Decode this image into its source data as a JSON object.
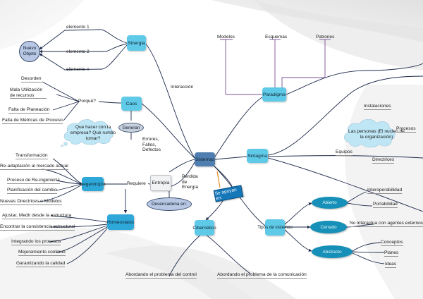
{
  "colors": {
    "node": "#5fc9e8",
    "node_blue": "#2ea8d8",
    "node_dark": "#4f7fb0",
    "ellipse_teal": "#1690b8",
    "link_purple": "#7a4f96",
    "link_navy": "#1d2a4a",
    "cloud_fill": "#bfe6f5"
  },
  "nodes": {
    "nuevo_objeto": "Nuevo Objeto",
    "sinergia": "Sinergia",
    "caos": "Caos",
    "generan": "Generan",
    "paradigma": "Paradigma",
    "sistemas": "Sistemas",
    "sintagma": "Sintagma",
    "negentropia": "Negentropía",
    "homeostasis": "Homeostasis",
    "entropia": "Entropía",
    "desencadena_en": "Desencadena en:",
    "se_apoyan_en": "Se apoyan en:",
    "cibernetica": "Cibernético",
    "tipos_de_sistemas": "Tipos de sistemas",
    "abierto": "Abierto",
    "cerrado": "Cerrado",
    "abstracto": "Abstracto"
  },
  "clouds": {
    "question": "Que hacer con la empresa? Qué rumbo tomar?",
    "personas": "Las personas (El nucleo de la organización)"
  },
  "labels": {
    "elemento_1": "elemento 1",
    "elemento_2": "elemento 2",
    "elemento_n": "elemento n",
    "interaccion": "Interacción",
    "modelos": "Modelos",
    "esquemas": "Esquemas",
    "patrones": "Patrones",
    "desorden": "Desorden",
    "mala_utilizacion": "Mala Utilización de recursos",
    "porque": "Porqué?",
    "falta_planeacion": "Falta de Planeación",
    "falta_metricas": "Falta de Métricas de Proceso",
    "errores": "Errores, Fallos, Defectos",
    "instalaciones": "Instalaciones",
    "procesos": "Procesos",
    "equipos": "Equipos",
    "directrices": "Directrices",
    "transformacion": "Transformación",
    "readaptacion": "Re-adaptación al mercado actual",
    "reingenieria": "Proceso de Re-ingeniería",
    "planificacion": "Planificación del cambio",
    "nuevas_directrices": "Nuevas Directrices o Modelos",
    "requiere": "Requiere",
    "ajustar": "Ajustar, Medir desde la estructura",
    "encontrar": "Encontrar la consistencia estructural",
    "integrando": "Integrando los procesos",
    "mejoramiento": "Mejoramiento continuo",
    "garantizando": "Garantizando la calidad",
    "perdida": "Pérdida de Energía",
    "interoperabilidad": "Interoperabilidad",
    "portabilidad": "Portabilidad",
    "no_interactua": "No interactua con agentes externos",
    "conceptos": "Conceptos",
    "planes": "Planes",
    "ideas": "Ideas",
    "problema_control": "Abordando el problema del control",
    "problema_comunicacion": "Abordando el problema de la comunicación"
  }
}
